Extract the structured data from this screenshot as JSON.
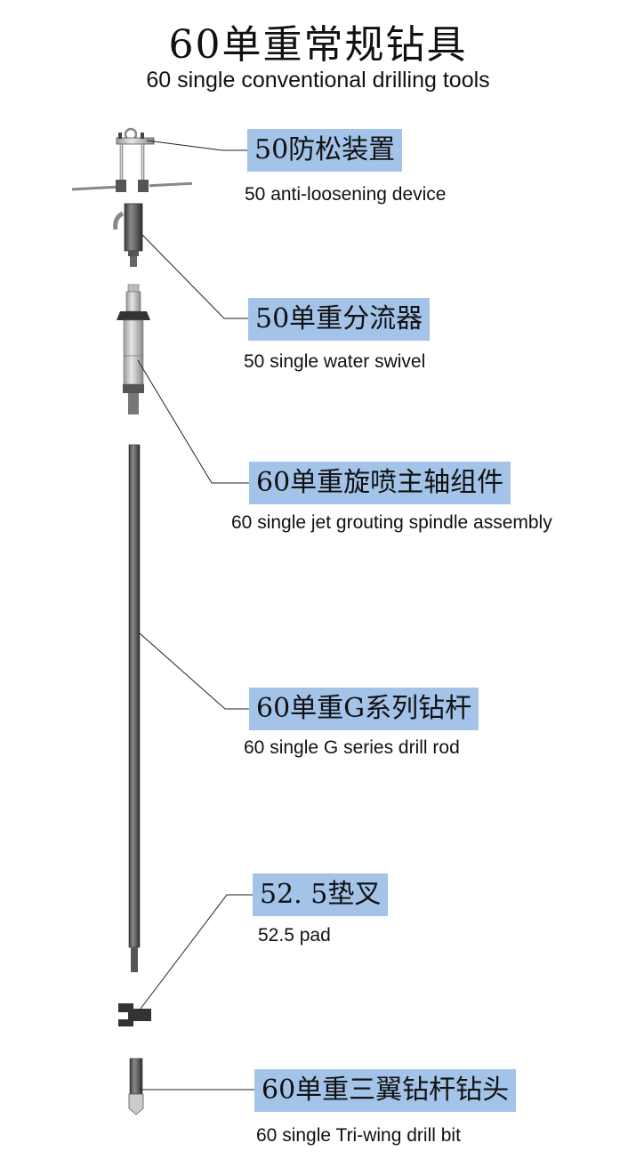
{
  "title": {
    "cn": "60单重常规钻具",
    "en": "60 single conventional drilling tools"
  },
  "colors": {
    "label_bg": "#a3c3e9",
    "text": "#111111",
    "leader_line": "#222222",
    "rod": "#5d5d5d"
  },
  "components": [
    {
      "id": "anti-loosening-device",
      "cn": "50防松装置",
      "en": "50 anti-loosening device"
    },
    {
      "id": "water-swivel",
      "cn": "50单重分流器",
      "en": "50 single water swivel"
    },
    {
      "id": "spindle-assembly",
      "cn": "60单重旋喷主轴组件",
      "en": "60 single jet grouting spindle assembly"
    },
    {
      "id": "drill-rod",
      "cn": "60单重G系列钻杆",
      "en": "60 single G series drill rod"
    },
    {
      "id": "pad",
      "cn": "52. 5垫叉",
      "en": "52.5 pad"
    },
    {
      "id": "drill-bit",
      "cn": "60单重三翼钻杆钻头",
      "en": "60 single Tri-wing drill bit"
    }
  ]
}
